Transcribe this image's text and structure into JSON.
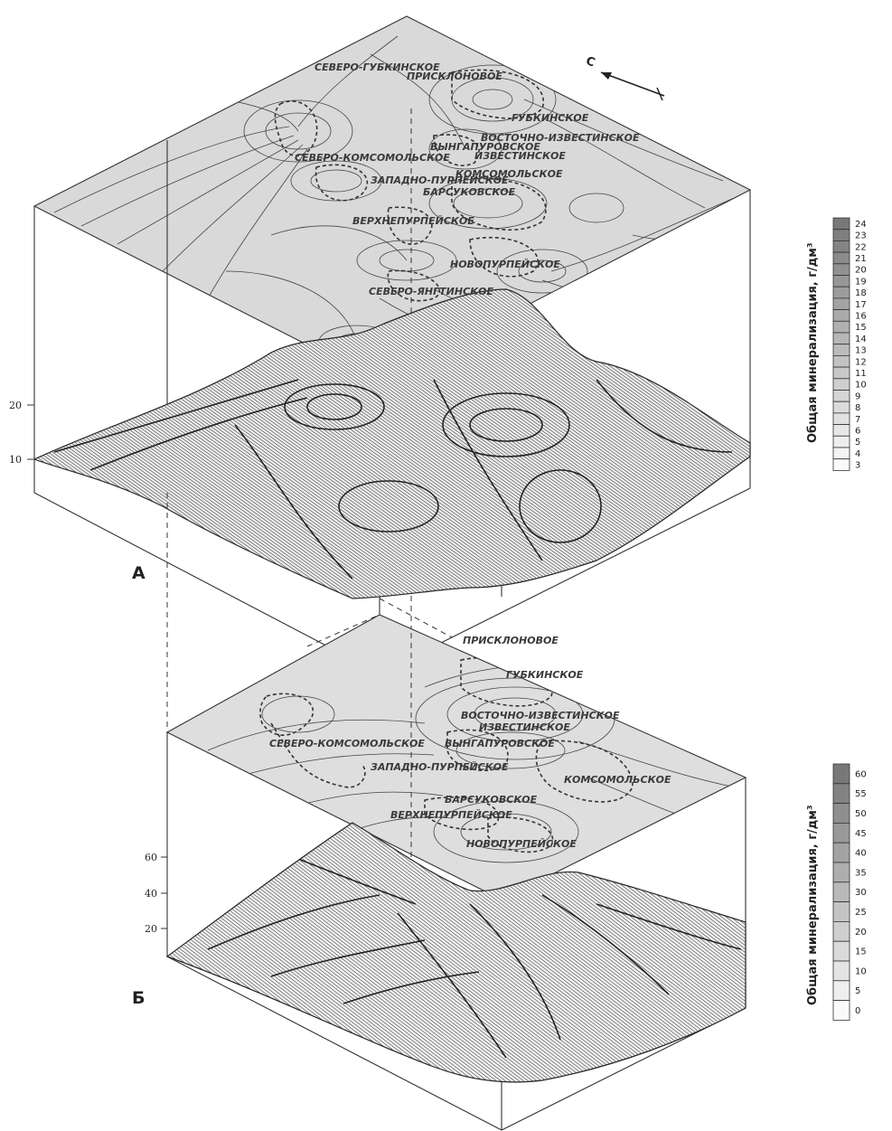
{
  "panels": {
    "a": "А",
    "b": "Б"
  },
  "north_label": "С",
  "fields_a": [
    "СЕВЕРО-ГУБКИНСКОЕ",
    "ПРИСКЛОНОВОЕ",
    "ГУБКИНСКОЕ",
    "ВОСТОЧНО-ИЗВЕСТИНСКОЕ",
    "ВЫНГАПУРОВСКОЕ",
    "ИЗВЕСТИНСКОЕ",
    "СЕВЕРО-КОМСОМОЛЬСКОЕ",
    "КОМСОМОЛЬСКОЕ",
    "ЗАПАДНО-ПУРПЕЙСКОЕ",
    "БАРСУКОВСКОЕ",
    "ВЕРХНЕПУРПЕЙСКОЕ",
    "НОВОПУРПЕЙСКОЕ",
    "СЕВЕРО-ЯНГТИНСКОЕ"
  ],
  "fields_b": [
    "ПРИСКЛОНОВОЕ",
    "ГУБКИНСКОЕ",
    "ВОСТОЧНО-ИЗВЕСТИНСКОЕ",
    "ИЗВЕСТИНСКОЕ",
    "СЕВЕРО-КОМСОМОЛЬСКОЕ",
    "ВЫНГАПУРОВСКОЕ",
    "ЗАПАДНО-ПУРПЕЙСКОЕ",
    "КОМСОМОЛЬСКОЕ",
    "БАРСУКОВСКОЕ",
    "ВЕРХНЕПУРПЕЙСКОЕ",
    "НОВОПУРПЕЙСКОЕ"
  ],
  "axis_a": [
    "20",
    "10"
  ],
  "axis_b": [
    "60",
    "40",
    "20"
  ],
  "legend_a": {
    "title": "Общая минерализация, г/дм³",
    "values": [
      "24",
      "23",
      "22",
      "21",
      "20",
      "19",
      "18",
      "17",
      "16",
      "15",
      "14",
      "13",
      "12",
      "11",
      "10",
      "9",
      "8",
      "7",
      "6",
      "5",
      "4",
      "3"
    ]
  },
  "legend_b": {
    "title": "Общая минерализация, г/дм³",
    "values": [
      "60",
      "55",
      "50",
      "45",
      "40",
      "35",
      "30",
      "25",
      "20",
      "15",
      "10",
      "5",
      "0"
    ]
  }
}
